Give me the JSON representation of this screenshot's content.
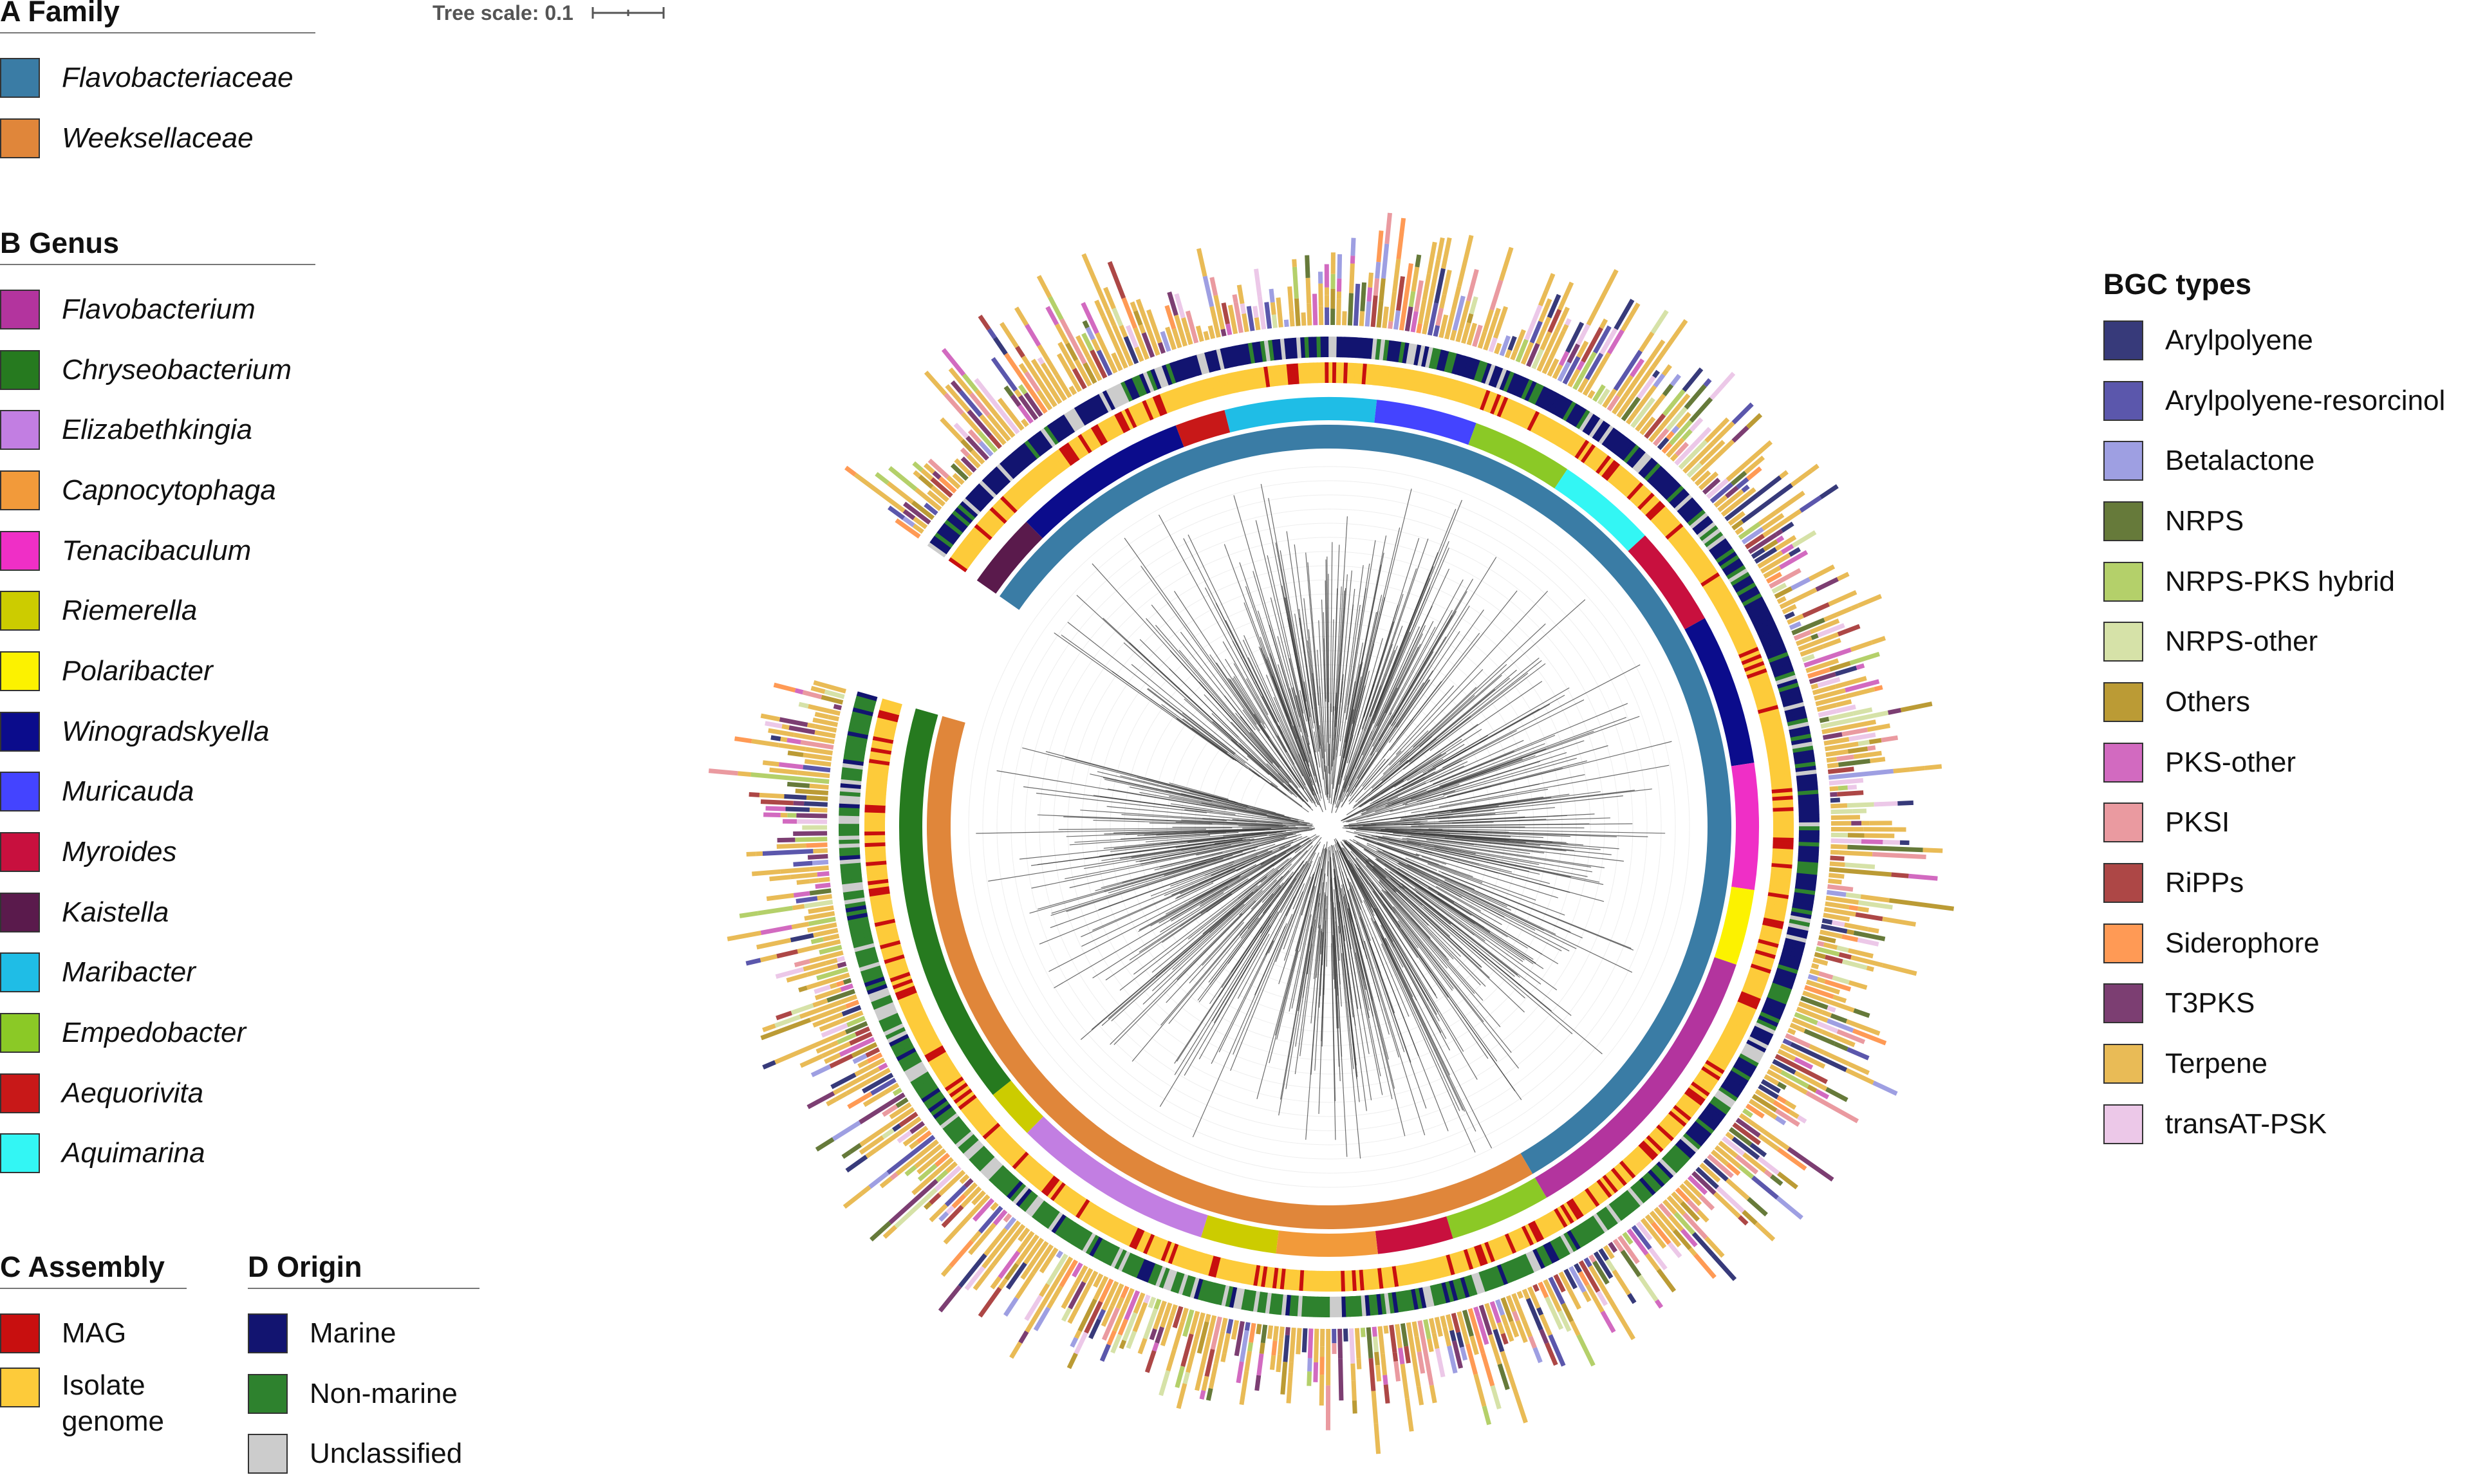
{
  "tree_scale": {
    "label": "Tree scale: 0.1"
  },
  "family": {
    "title": "A Family",
    "items": [
      {
        "label": "Flavobacteriaceae",
        "color": "#3a7ca5"
      },
      {
        "label": "Weeksellaceae",
        "color": "#e0863a"
      }
    ]
  },
  "genus": {
    "title": "B Genus",
    "items": [
      {
        "label": "Flavobacterium",
        "color": "#b3349e"
      },
      {
        "label": "Chryseobacterium",
        "color": "#267a1f"
      },
      {
        "label": "Elizabethkingia",
        "color": "#c27ee2"
      },
      {
        "label": "Capnocytophaga",
        "color": "#f29a3a"
      },
      {
        "label": "Tenacibaculum",
        "color": "#ef2fc6"
      },
      {
        "label": "Riemerella",
        "color": "#cccc00"
      },
      {
        "label": "Polaribacter",
        "color": "#fcf200"
      },
      {
        "label": "Winogradskyella",
        "color": "#0b0c8c"
      },
      {
        "label": "Muricauda",
        "color": "#4444ff"
      },
      {
        "label": "Myroides",
        "color": "#c8103e"
      },
      {
        "label": "Kaistella",
        "color": "#5a1a4c"
      },
      {
        "label": "Maribacter",
        "color": "#1fbde6"
      },
      {
        "label": "Empedobacter",
        "color": "#8bc926"
      },
      {
        "label": "Aequorivita",
        "color": "#c81818"
      },
      {
        "label": "Aquimarina",
        "color": "#33f6f4"
      }
    ]
  },
  "assembly": {
    "title": "C Assembly",
    "items": [
      {
        "label": "MAG",
        "color": "#c80f0f"
      },
      {
        "label": "Isolate genome",
        "color": "#fdcb3a"
      }
    ]
  },
  "origin": {
    "title": "D Origin",
    "items": [
      {
        "label": "Marine",
        "color": "#121470"
      },
      {
        "label": "Non-marine",
        "color": "#2e822e"
      },
      {
        "label": "Unclassified",
        "color": "#cccccc"
      }
    ]
  },
  "bgc": {
    "title": "BGC types",
    "items": [
      {
        "label": "Arylpolyene",
        "color": "#373a7a"
      },
      {
        "label": "Arylpolyene-resorcinol",
        "color": "#5b57ac"
      },
      {
        "label": "Betalactone",
        "color": "#9e9fe2"
      },
      {
        "label": "NRPS",
        "color": "#667a3a"
      },
      {
        "label": "NRPS-PKS hybrid",
        "color": "#b4d06a"
      },
      {
        "label": "NRPS-other",
        "color": "#d6e2a8"
      },
      {
        "label": "Others",
        "color": "#bb9b35"
      },
      {
        "label": "PKS-other",
        "color": "#d26ac0"
      },
      {
        "label": "PKSI",
        "color": "#ea9aa0"
      },
      {
        "label": "RiPPs",
        "color": "#ad4746"
      },
      {
        "label": "Siderophore",
        "color": "#ff9a55"
      },
      {
        "label": "T3PKS",
        "color": "#7c3e72"
      },
      {
        "label": "Terpene",
        "color": "#e9bb56"
      },
      {
        "label": "transAT-PSK",
        "color": "#ecc8e8"
      }
    ]
  }
}
